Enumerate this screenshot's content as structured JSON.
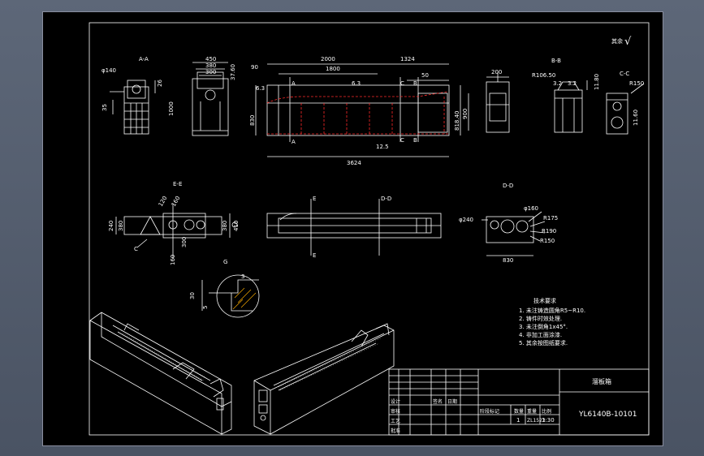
{
  "drawing": {
    "roughness_symbol": "√",
    "roughness_prefix": "其余",
    "views": {
      "aa": "A-A",
      "bb": "B-B",
      "cc": "C-C",
      "ee": "E-E",
      "dd": "D-D",
      "g": "G"
    },
    "front": {
      "d_2000": "2000",
      "d_1324": "1324",
      "d_1800": "1800",
      "d_50": "50",
      "d_830": "830",
      "d_900": "900",
      "d_818": "818.40",
      "d_3624": "3624",
      "d_90": "90",
      "d_12_5": "12.5",
      "d_6_3": "6.3",
      "sec_a": "A",
      "sec_b": "B",
      "sec_c": "C"
    },
    "aa": {
      "d_140": "φ140",
      "d_26": "26",
      "d_35": "35",
      "d_1000": "1000"
    },
    "side": {
      "d_450": "450",
      "d_380": "380",
      "d_300": "300",
      "d_37": "37.60"
    },
    "bb": {
      "d_200": "200",
      "r_106": "R106.50",
      "d_3_2": "3.2",
      "d_11": "11.80"
    },
    "cc": {
      "r_150": "R150",
      "d_11": "11.60"
    },
    "ee": {
      "d_240": "240",
      "d_380": "380",
      "d_300": "300",
      "d_410": "410",
      "d_120": "120",
      "d_160": "160",
      "sec_c": "C",
      "sec_e": "E"
    },
    "dd": {
      "d_240": "φ240",
      "d_160": "φ160",
      "r_175": "R175",
      "r_190": "R190",
      "r_150": "R150",
      "d_830": "830"
    },
    "detail": {
      "d_30": "30",
      "d_5": "5",
      "d_3": "3"
    },
    "notes": {
      "title": "技术要求",
      "items": [
        "1. 未注铸造圆角R5~R10.",
        "2. 铸件时效处理.",
        "3. 未注倒角1x45°.",
        "4. 非加工面涂漆.",
        "5. 其余按图纸要求."
      ]
    },
    "title_block": {
      "part_name": "溜板箱",
      "drawing_no": "YL6140B-10101",
      "quantity": "1",
      "material": "ZL1523",
      "scale": "1:30",
      "h_design": "设计",
      "h_check": "审核",
      "h_approve": "批准",
      "h_process": "工艺",
      "h_stage": "阶段标记",
      "h_qty": "数量",
      "h_weight": "重量",
      "h_scale": "比例",
      "h_sign": "签名",
      "h_date": "日期"
    }
  }
}
